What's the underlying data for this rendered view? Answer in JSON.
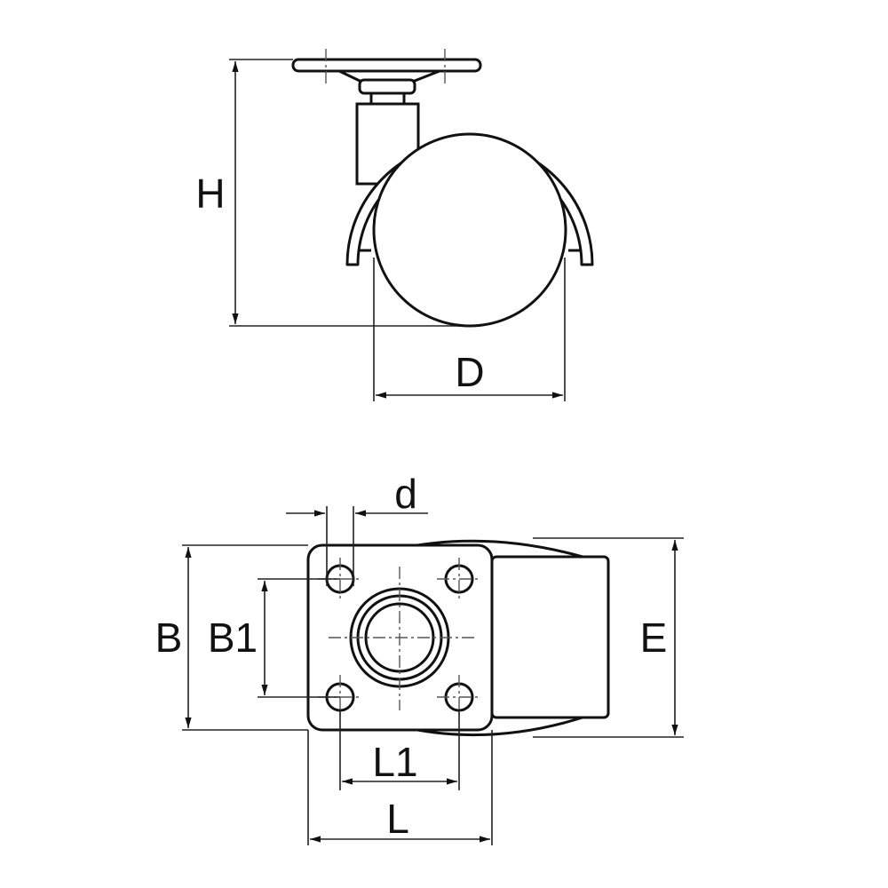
{
  "labels": {
    "H": "H",
    "D": "D",
    "d": "d",
    "B": "B",
    "B1": "B1",
    "E": "E",
    "L1": "L1",
    "L": "L"
  },
  "colors": {
    "line": "#111111",
    "background": "#ffffff"
  }
}
